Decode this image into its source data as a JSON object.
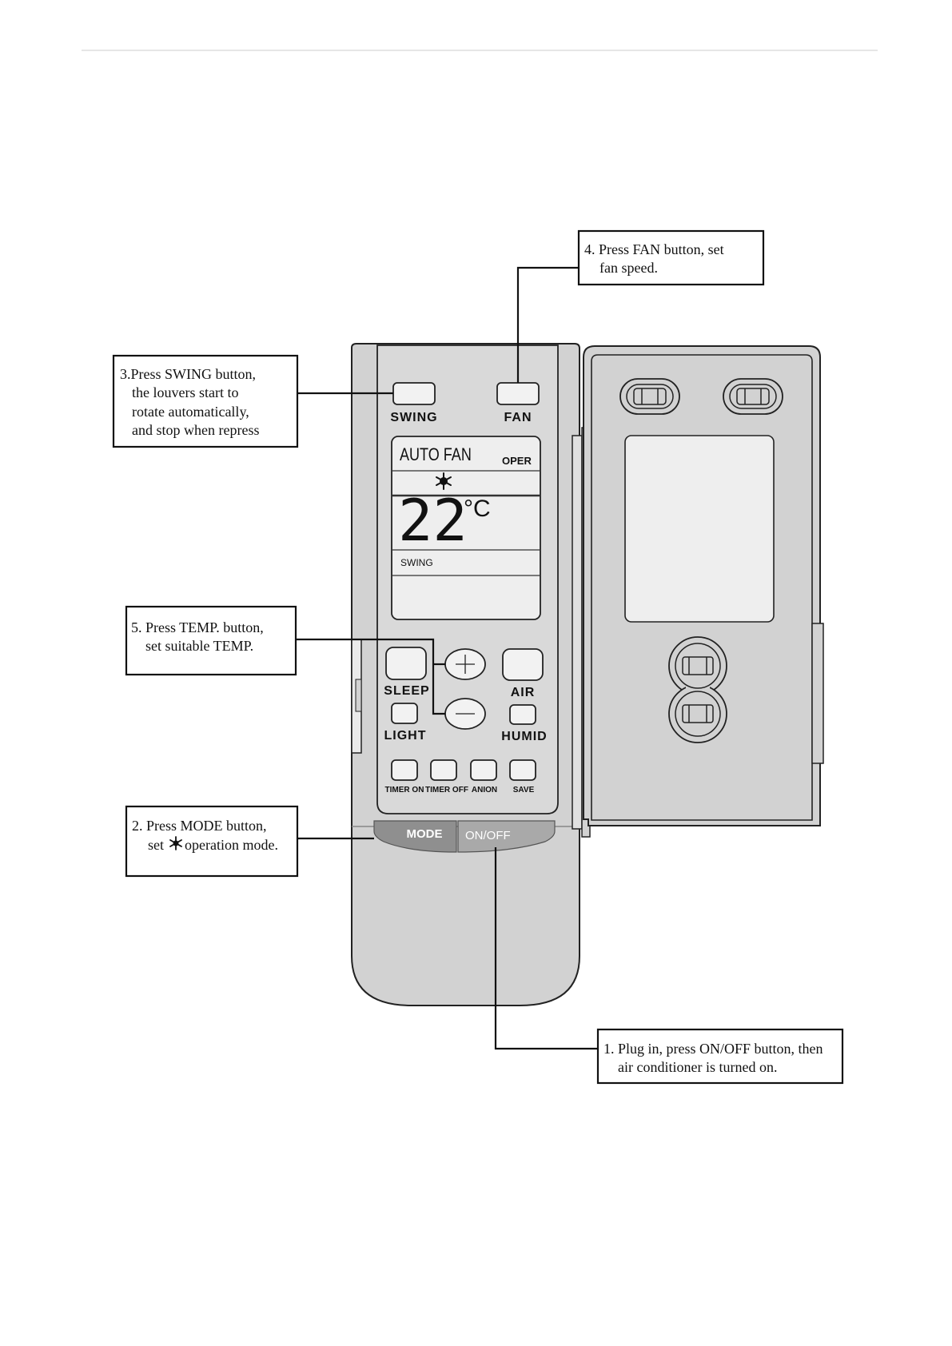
{
  "callouts": {
    "step1": {
      "line1": "1. Plug in, press ON/OFF button, then",
      "line2": "air conditioner is turned on."
    },
    "step2": {
      "line1": "2. Press MODE button,",
      "line2_prefix": "set",
      "line2_suffix": "operation mode."
    },
    "step3": {
      "line1": "3.Press SWING button,",
      "line2": "the louvers start to",
      "line3": "rotate automatically,",
      "line4": "and stop when repress"
    },
    "step4": {
      "line1": "4. Press FAN button, set",
      "line2": "fan speed."
    },
    "step5": {
      "line1": "5. Press TEMP. button,",
      "line2": "set suitable TEMP."
    }
  },
  "remote": {
    "buttons": {
      "swing": "SWING",
      "fan": "FAN",
      "sleep": "SLEEP",
      "air": "AIR",
      "light": "LIGHT",
      "humid": "HUMID",
      "timer_on": "TIMER ON",
      "timer_off": "TIMER OFF",
      "anion": "ANION",
      "save": "SAVE",
      "mode": "MODE",
      "onoff": "ON/OFF"
    },
    "display": {
      "mode_text": "AUTO FAN",
      "oper": "OPER",
      "temperature": "22",
      "unit": "°C",
      "swing": "SWING"
    }
  },
  "colors": {
    "body": "#d2d2d2",
    "panel": "#d9d9d9",
    "screen": "#eeeeee",
    "outline": "#222222",
    "mode_button": "#8f8f8f",
    "onoff_button": "#a9a9a9"
  }
}
